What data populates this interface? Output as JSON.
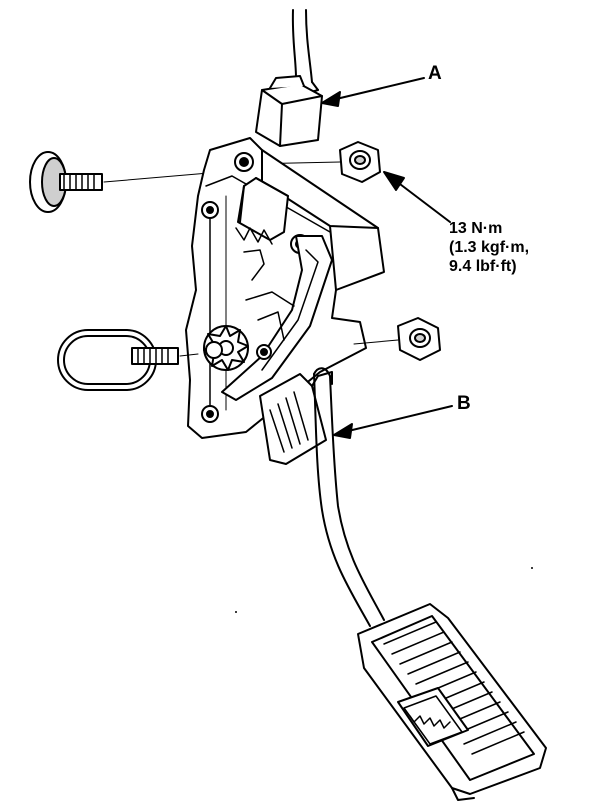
{
  "callouts": {
    "a": "A",
    "b": "B"
  },
  "torque": {
    "line1": "13 N·m",
    "line2": "(1.3 kgf·m,",
    "line3": "9.4 lbf·ft)"
  },
  "colors": {
    "ink": "#000000",
    "background": "#ffffff",
    "shade": "#cfcfcf"
  }
}
